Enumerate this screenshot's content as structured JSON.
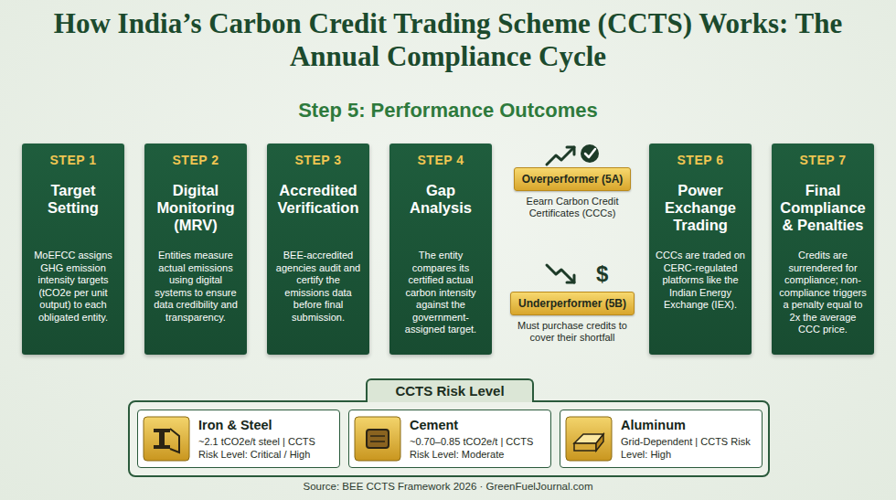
{
  "diagram": {
    "title": "How India’s Carbon Credit Trading Scheme (CCTS) Works: The Annual Compliance Cycle",
    "caption": "Source: BEE CCTS Framework 2026 · GreenFuelJournal.com",
    "nodes": [
      {
        "text": [
          "STEP 1",
          "Target Setting",
          "MoEFCC assigns GHG emission intensity targets (tCO2e per unit output) to each obligated entity."
        ]
      },
      {
        "text": [
          "STEP 2",
          "Digital Monitoring (MRV)",
          "Entities measure actual emissions using digital systems to ensure data credibility and transparency."
        ]
      },
      {
        "text": [
          "STEP 3",
          "Accredited Verification",
          "BEE-accredited agencies audit and certify the emissions data before final submission."
        ]
      },
      {
        "text": [
          "STEP 4",
          "Gap Analysis",
          "The entity compares its certified actual carbon intensity against the government-assigned target."
        ]
      },
      {
        "text": [
          "Overperformer (5A)",
          "Eearn Carbon Credit Certificates (CCCs)"
        ]
      },
      {
        "text": [
          "Underperformer (5B)",
          "Must purchase credits to cover their shortfall"
        ]
      },
      {
        "text": [
          "STEP 6",
          "Power Exchange Trading",
          "CCCs are traded on CERC-regulated platforms like the Indian Energy Exchange (IEX)."
        ]
      },
      {
        "text": [
          "STEP 7",
          "Final Compliance & Penalties",
          "Credits are surrendered for compliance; non-compliance triggers a penalty equal to 2x the average CCC price."
        ]
      },
      {
        "text": [
          "CCTS Risk Level"
        ]
      },
      {
        "text": [
          "Iron & Steel",
          "~2.1 tCO2e/t steel | CCTS Risk Level: Critical / High"
        ],
        "in": 8
      },
      {
        "text": [
          "Cement",
          "~0.70–0.85 tCO2e/t | CCTS Risk Level: Moderate"
        ],
        "in": 8
      },
      {
        "text": [
          "Aluminum",
          "Grid-Dependent | CCTS Risk Level: High"
        ],
        "in": 8
      }
    ],
    "labels": [
      "Step 5: Performance Outcomes",
      "$"
    ]
  }
}
